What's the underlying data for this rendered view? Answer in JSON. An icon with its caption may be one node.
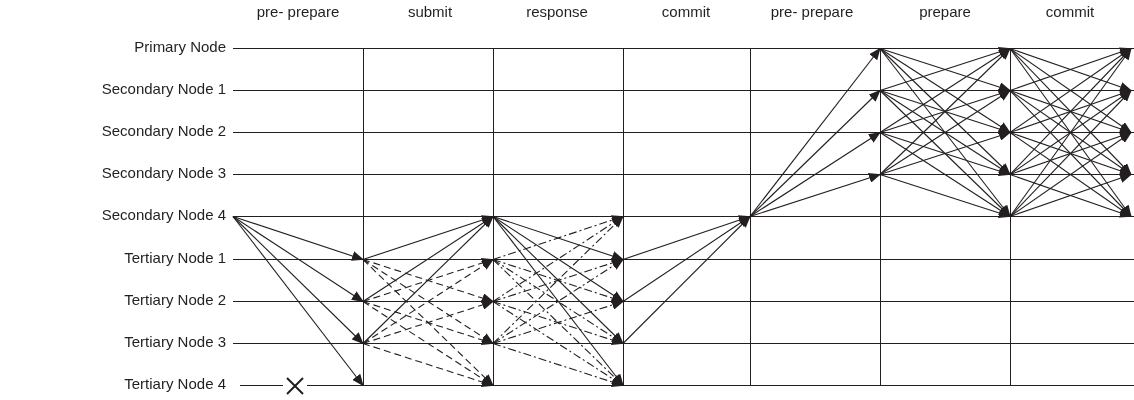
{
  "diagram": {
    "nodes": [
      {
        "text": [],
        "shape": "line",
        "beside": [
          "Primary Node"
        ]
      },
      {
        "text": [],
        "shape": "line",
        "beside": [
          "Secondary Node 1"
        ]
      },
      {
        "text": [],
        "shape": "line",
        "beside": [
          "Secondary Node 2"
        ]
      },
      {
        "text": [],
        "shape": "line",
        "beside": [
          "Secondary Node 3"
        ]
      },
      {
        "text": [],
        "shape": "line",
        "beside": [
          "Secondary Node 4"
        ]
      },
      {
        "text": [],
        "shape": "line",
        "beside": [
          "Tertiary Node 1"
        ]
      },
      {
        "text": [],
        "shape": "line",
        "beside": [
          "Tertiary Node 2"
        ]
      },
      {
        "text": [],
        "shape": "line",
        "beside": [
          "Tertiary Node 3"
        ]
      },
      {
        "text": [],
        "shape": "line",
        "beside": [
          "Tertiary Node 4"
        ]
      }
    ],
    "edges": [
      {
        "from": 4,
        "to": 5,
        "arrow": "to"
      },
      {
        "from": 4,
        "to": 6,
        "arrow": "to"
      },
      {
        "from": 4,
        "to": 7,
        "arrow": "to"
      },
      {
        "from": 4,
        "to": 8,
        "arrow": "to"
      },
      {
        "from": 5,
        "to": 4,
        "arrow": "to"
      },
      {
        "from": 6,
        "to": 4,
        "arrow": "to"
      },
      {
        "from": 7,
        "to": 4,
        "arrow": "to"
      },
      {
        "from": 5,
        "to": 6,
        "arrow": "to",
        "style": "dashed"
      },
      {
        "from": 5,
        "to": 7,
        "arrow": "to",
        "style": "dashed"
      },
      {
        "from": 5,
        "to": 8,
        "arrow": "to",
        "style": "dashed"
      },
      {
        "from": 6,
        "to": 5,
        "arrow": "to",
        "style": "dashed"
      },
      {
        "from": 6,
        "to": 7,
        "arrow": "to",
        "style": "dashed"
      },
      {
        "from": 6,
        "to": 8,
        "arrow": "to",
        "style": "dashed"
      },
      {
        "from": 7,
        "to": 5,
        "arrow": "to",
        "style": "dashed"
      },
      {
        "from": 7,
        "to": 6,
        "arrow": "to",
        "style": "dashed"
      },
      {
        "from": 7,
        "to": 8,
        "arrow": "to",
        "style": "dashed"
      },
      {
        "from": 4,
        "to": 5,
        "arrow": "to"
      },
      {
        "from": 4,
        "to": 6,
        "arrow": "to"
      },
      {
        "from": 4,
        "to": 7,
        "arrow": "to"
      },
      {
        "from": 4,
        "to": 8,
        "arrow": "to"
      },
      {
        "from": 5,
        "to": 4,
        "arrow": "to",
        "style": "dashed"
      },
      {
        "from": 5,
        "to": 6,
        "arrow": "to",
        "style": "dashed"
      },
      {
        "from": 5,
        "to": 7,
        "arrow": "to",
        "style": "dashed"
      },
      {
        "from": 5,
        "to": 8,
        "arrow": "to",
        "style": "dashed"
      },
      {
        "from": 6,
        "to": 4,
        "arrow": "to",
        "style": "dashed"
      },
      {
        "from": 6,
        "to": 5,
        "arrow": "to",
        "style": "dashed"
      },
      {
        "from": 6,
        "to": 7,
        "arrow": "to",
        "style": "dashed"
      },
      {
        "from": 6,
        "to": 8,
        "arrow": "to",
        "style": "dashed"
      },
      {
        "from": 7,
        "to": 4,
        "arrow": "to",
        "style": "dashed"
      },
      {
        "from": 7,
        "to": 5,
        "arrow": "to",
        "style": "dashed"
      },
      {
        "from": 7,
        "to": 6,
        "arrow": "to",
        "style": "dashed"
      },
      {
        "from": 7,
        "to": 8,
        "arrow": "to",
        "style": "dashed"
      },
      {
        "from": 5,
        "to": 4,
        "arrow": "to"
      },
      {
        "from": 6,
        "to": 4,
        "arrow": "to"
      },
      {
        "from": 7,
        "to": 4,
        "arrow": "to"
      },
      {
        "from": 4,
        "to": 0,
        "arrow": "to"
      },
      {
        "from": 4,
        "to": 1,
        "arrow": "to"
      },
      {
        "from": 4,
        "to": 2,
        "arrow": "to"
      },
      {
        "from": 4,
        "to": 3,
        "arrow": "to"
      },
      {
        "from": 0,
        "to": 1,
        "arrow": "to"
      },
      {
        "from": 0,
        "to": 2,
        "arrow": "to"
      },
      {
        "from": 0,
        "to": 3,
        "arrow": "to"
      },
      {
        "from": 0,
        "to": 4,
        "arrow": "to"
      },
      {
        "from": 1,
        "to": 0,
        "arrow": "to"
      },
      {
        "from": 1,
        "to": 2,
        "arrow": "to"
      },
      {
        "from": 1,
        "to": 3,
        "arrow": "to"
      },
      {
        "from": 1,
        "to": 4,
        "arrow": "to"
      },
      {
        "from": 2,
        "to": 0,
        "arrow": "to"
      },
      {
        "from": 2,
        "to": 1,
        "arrow": "to"
      },
      {
        "from": 2,
        "to": 3,
        "arrow": "to"
      },
      {
        "from": 2,
        "to": 4,
        "arrow": "to"
      },
      {
        "from": 3,
        "to": 0,
        "arrow": "to"
      },
      {
        "from": 3,
        "to": 1,
        "arrow": "to"
      },
      {
        "from": 3,
        "to": 2,
        "arrow": "to"
      },
      {
        "from": 3,
        "to": 4,
        "arrow": "to"
      },
      {
        "from": 0,
        "to": 1,
        "arrow": "to"
      },
      {
        "from": 0,
        "to": 2,
        "arrow": "to"
      },
      {
        "from": 0,
        "to": 3,
        "arrow": "to"
      },
      {
        "from": 0,
        "to": 4,
        "arrow": "to"
      },
      {
        "from": 1,
        "to": 0,
        "arrow": "to"
      },
      {
        "from": 1,
        "to": 2,
        "arrow": "to"
      },
      {
        "from": 1,
        "to": 3,
        "arrow": "to"
      },
      {
        "from": 1,
        "to": 4,
        "arrow": "to"
      },
      {
        "from": 2,
        "to": 0,
        "arrow": "to"
      },
      {
        "from": 2,
        "to": 1,
        "arrow": "to"
      },
      {
        "from": 2,
        "to": 3,
        "arrow": "to"
      },
      {
        "from": 2,
        "to": 4,
        "arrow": "to"
      },
      {
        "from": 3,
        "to": 0,
        "arrow": "to"
      },
      {
        "from": 3,
        "to": 1,
        "arrow": "to"
      },
      {
        "from": 3,
        "to": 2,
        "arrow": "to"
      },
      {
        "from": 3,
        "to": 4,
        "arrow": "to"
      },
      {
        "from": 4,
        "to": 0,
        "arrow": "to"
      },
      {
        "from": 4,
        "to": 1,
        "arrow": "to"
      },
      {
        "from": 4,
        "to": 2,
        "arrow": "to"
      },
      {
        "from": 4,
        "to": 3,
        "arrow": "to"
      }
    ],
    "labels": [
      "pre- prepare",
      "submit",
      "response",
      "commit",
      "pre- prepare",
      "prepare",
      "commit"
    ]
  }
}
